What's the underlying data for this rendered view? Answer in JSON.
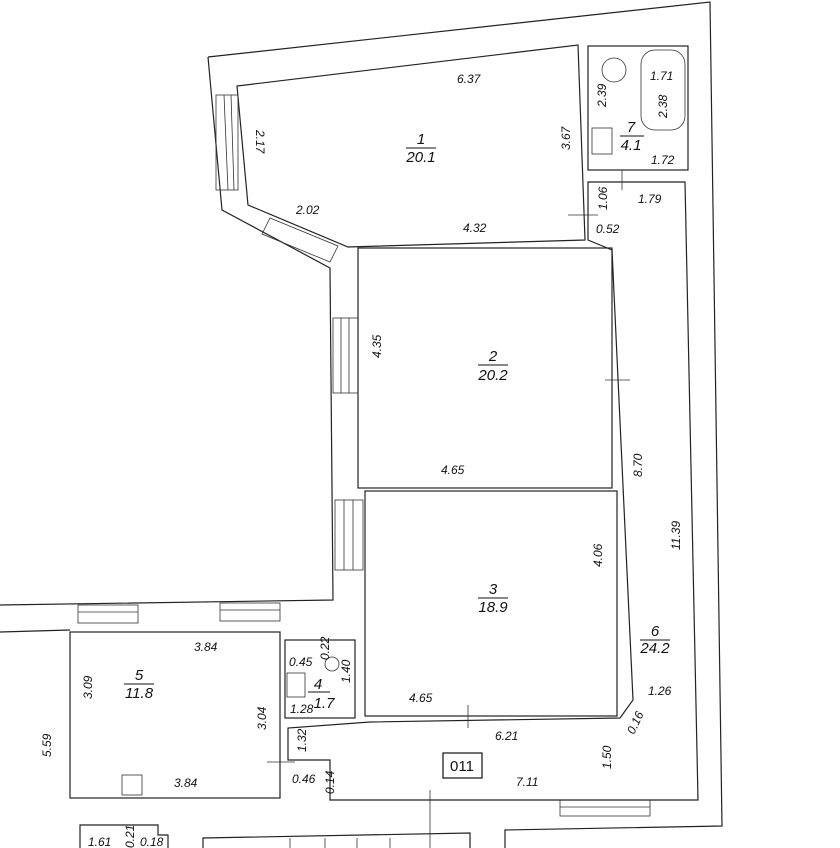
{
  "rooms": [
    {
      "number": "1",
      "area": "20.1"
    },
    {
      "number": "2",
      "area": "20.2"
    },
    {
      "number": "3",
      "area": "18.9"
    },
    {
      "number": "4",
      "area": "1.7"
    },
    {
      "number": "5",
      "area": "11.8"
    },
    {
      "number": "6",
      "area": "24.2"
    },
    {
      "number": "7",
      "area": "4.1"
    }
  ],
  "unit_label": "011",
  "dims": [
    "6.37",
    "2.17",
    "3.67",
    "2.02",
    "4.32",
    "1.06",
    "0.52",
    "1.79",
    "2.39",
    "1.71",
    "2.38",
    "1.72",
    "4.35",
    "4.65",
    "8.70",
    "11.39",
    "4.06",
    "4.65",
    "6.21",
    "1.26",
    "0.16",
    "1.50",
    "7.11",
    "3.84",
    "3.09",
    "3.04",
    "3.84",
    "5.59",
    "0.45",
    "0.22",
    "1.40",
    "1.28",
    "1.32",
    "0.46",
    "0.14",
    "0.21",
    "0.18",
    "1.61"
  ]
}
